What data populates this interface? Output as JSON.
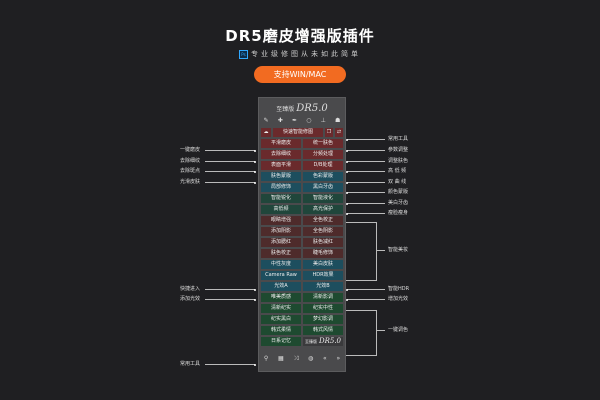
{
  "header": {
    "title": "DR5磨皮增强版插件",
    "subtitle": "专业级修图从未如此简单",
    "ps_badge": "Ps",
    "cta": "支持WIN/MAC"
  },
  "panel": {
    "logo_prefix": "至臻版",
    "logo": "DR5.0",
    "tool_icons": [
      "brush-icon",
      "heal-icon",
      "pen-icon",
      "circle-icon",
      "stamp-icon",
      "person-icon"
    ],
    "quick_action": "快速智能修图",
    "rows": [
      [
        "平滑磨皮",
        "统一肤色",
        "red"
      ],
      [
        "去除细纹",
        "分频处理",
        "red"
      ],
      [
        "表面平滑",
        "D/B处理",
        "red"
      ],
      [
        "肤色蒙版",
        "色彩蒙版",
        "teal"
      ],
      [
        "局部修饰",
        "黑白牙齿",
        "teal"
      ],
      [
        "智能锐化",
        "智能液化",
        "dg"
      ],
      [
        "高低频",
        "高光保护",
        "dg"
      ],
      [
        "眼睛增强",
        "全色校正",
        "br"
      ],
      [
        "添加阴影",
        "全色阴影",
        "br"
      ],
      [
        "添加腮红",
        "肤色减红",
        "br"
      ],
      [
        "肤色校正",
        "睫毛修饰",
        "br"
      ],
      [
        "中性灰度",
        "美白皮肤",
        "teal"
      ],
      [
        "Camera Raw",
        "HDR效果",
        "teal"
      ],
      [
        "光效A",
        "光效B",
        "teal"
      ],
      [
        "唯美质感",
        "清新影调",
        "gr"
      ],
      [
        "清新纪实",
        "纪实中性",
        "gr"
      ],
      [
        "纪实黑白",
        "梦幻影调",
        "gr"
      ],
      [
        "韩式柔情",
        "韩式风情",
        "gr"
      ]
    ],
    "last_row": {
      "left": "日系记忆",
      "right_prefix": "至臻版",
      "right": "DR5.0"
    },
    "bottom_icons": [
      "zoom-icon",
      "film-icon",
      "shuffle-icon",
      "layers-icon",
      "back-icon",
      "forward-icon"
    ]
  },
  "left_labels": [
    [
      "一键磨皮",
      150
    ],
    [
      "去除细纹",
      161
    ],
    [
      "去除斑点",
      171
    ],
    [
      "光滑皮肤",
      182
    ],
    [
      "快捷进入",
      289
    ],
    [
      "添加光效",
      299
    ],
    [
      "常用工具",
      364
    ]
  ],
  "right_labels": [
    [
      "常用工具",
      139
    ],
    [
      "参数调整",
      150
    ],
    [
      "调整肤色",
      161
    ],
    [
      "高 低 频",
      171
    ],
    [
      "双 曲 线",
      182
    ],
    [
      "颜色蒙版",
      192
    ],
    [
      "美白牙齿",
      203
    ],
    [
      "瘦脸瘦身",
      213
    ],
    [
      "智能美妆",
      250
    ],
    [
      "智能HDR",
      289
    ],
    [
      "增加光效",
      299
    ],
    [
      "一键调色",
      330
    ]
  ]
}
